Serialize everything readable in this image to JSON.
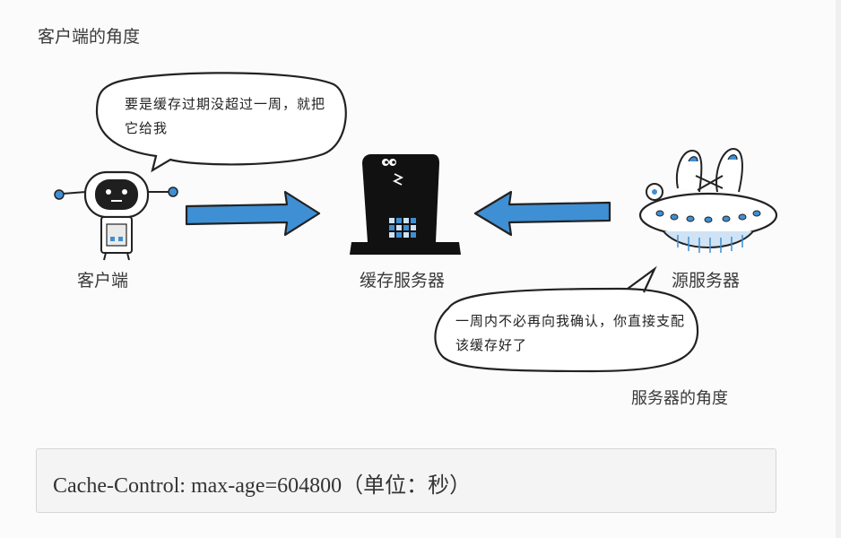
{
  "headings": {
    "client_perspective": "客户端的角度",
    "server_perspective": "服务器的角度"
  },
  "actors": {
    "client": "客户端",
    "cache_server": "缓存服务器",
    "origin_server": "源服务器"
  },
  "bubbles": {
    "client_speech": "要是缓存过期没超过一周，就把它给我",
    "server_speech": "一周内不必再向我确认，你直接支配该缓存好了"
  },
  "code": {
    "header": "Cache-Control: max-age=604800（单位：秒）"
  },
  "colors": {
    "arrow_fill": "#3f8fd4",
    "ink": "#222222",
    "code_bg": "#f4f4f4"
  },
  "icons": [
    "robot-client-icon",
    "top-hat-cache-icon",
    "ufo-origin-server-icon",
    "arrow-right-icon",
    "arrow-left-icon"
  ]
}
